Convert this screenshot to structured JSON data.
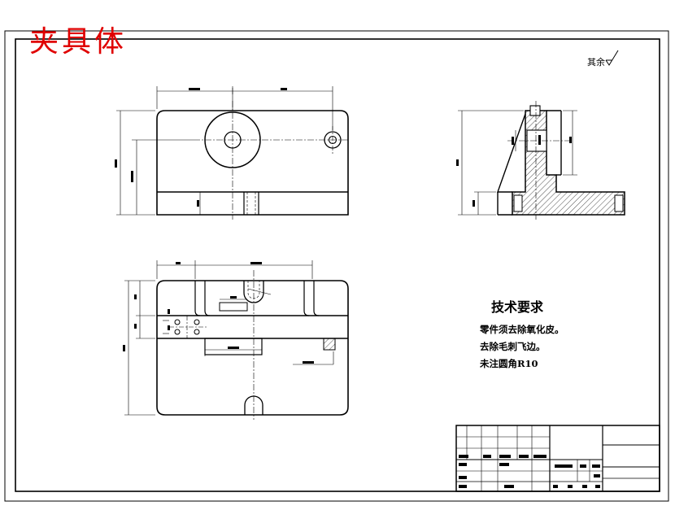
{
  "drawing": {
    "title": "夹具体",
    "title_color": "#e00000",
    "line_color": "#000000",
    "surface_finish": "其余",
    "technical_requirements": {
      "heading": "技术要求",
      "notes": [
        "零件须去除氧化皮。",
        "去除毛刺飞边。",
        "未注圆角R10"
      ]
    }
  }
}
